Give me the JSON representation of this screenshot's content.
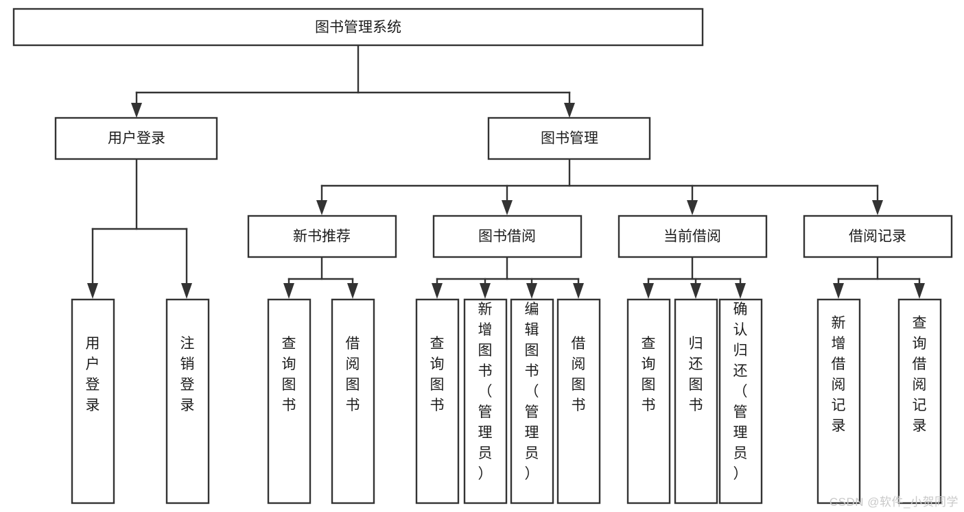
{
  "diagram": {
    "title": "图书管理系统",
    "type": "tree-hierarchy",
    "watermark": "CSDN @软件_小贺同学",
    "colors": {
      "stroke": "#333333",
      "box_fill": "#ffffff",
      "text": "#1c1c1c",
      "background": "#ffffff",
      "watermark": "#c9c9c9"
    },
    "root": {
      "label": "图书管理系统"
    },
    "level2": [
      {
        "label": "用户登录"
      },
      {
        "label": "图书管理"
      }
    ],
    "level3": [
      {
        "label": "新书推荐"
      },
      {
        "label": "图书借阅"
      },
      {
        "label": "当前借阅"
      },
      {
        "label": "借阅记录"
      }
    ],
    "leaves": {
      "user_login": [
        {
          "label": "用户登录"
        },
        {
          "label": "注销登录"
        }
      ],
      "new_book_recommend": [
        {
          "label": "查询图书"
        },
        {
          "label": "借阅图书"
        }
      ],
      "book_borrow": [
        {
          "label": "查询图书"
        },
        {
          "label": "新增图书（管理员）"
        },
        {
          "label": "编辑图书（管理员）"
        },
        {
          "label": "借阅图书"
        }
      ],
      "current_borrow": [
        {
          "label": "查询图书"
        },
        {
          "label": "归还图书"
        },
        {
          "label": "确认归还（管理员）"
        }
      ],
      "borrow_record": [
        {
          "label": "新增借阅记录"
        },
        {
          "label": "查询借阅记录"
        }
      ]
    }
  }
}
